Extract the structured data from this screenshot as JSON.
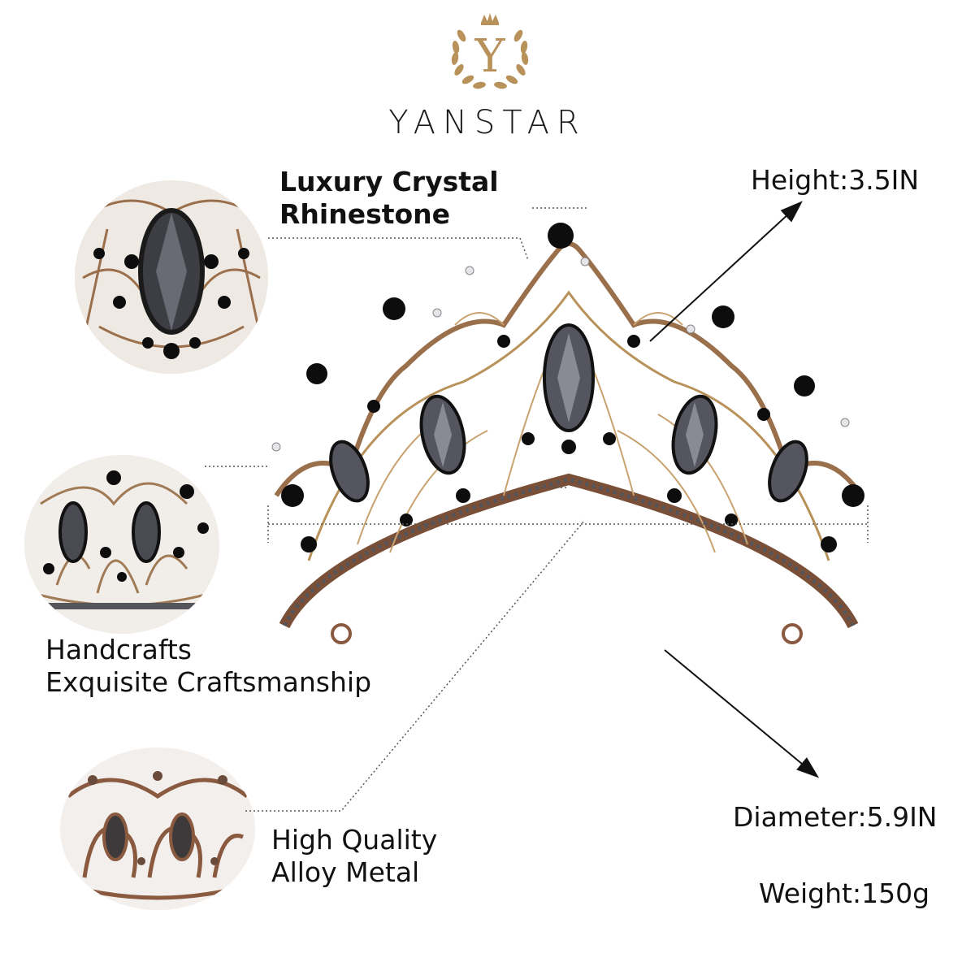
{
  "brand": {
    "logo_letter": "Y",
    "name": "YANSTAR"
  },
  "features": [
    {
      "line1": "Luxury Crystal",
      "line2": "Rhinestone"
    },
    {
      "line1": "Handcrafts",
      "line2": "Exquisite Craftsmanship"
    },
    {
      "line1": "High Quality",
      "line2": "Alloy Metal"
    }
  ],
  "specs": {
    "height": "Height:3.5IN",
    "diameter": "Diameter:5.9IN",
    "weight": "Weight:150g"
  },
  "colors": {
    "gold": "#b8925a",
    "rose_metal": "#8a5a40",
    "crystal": "#4a4a52",
    "jet": "#0d0d0d"
  }
}
